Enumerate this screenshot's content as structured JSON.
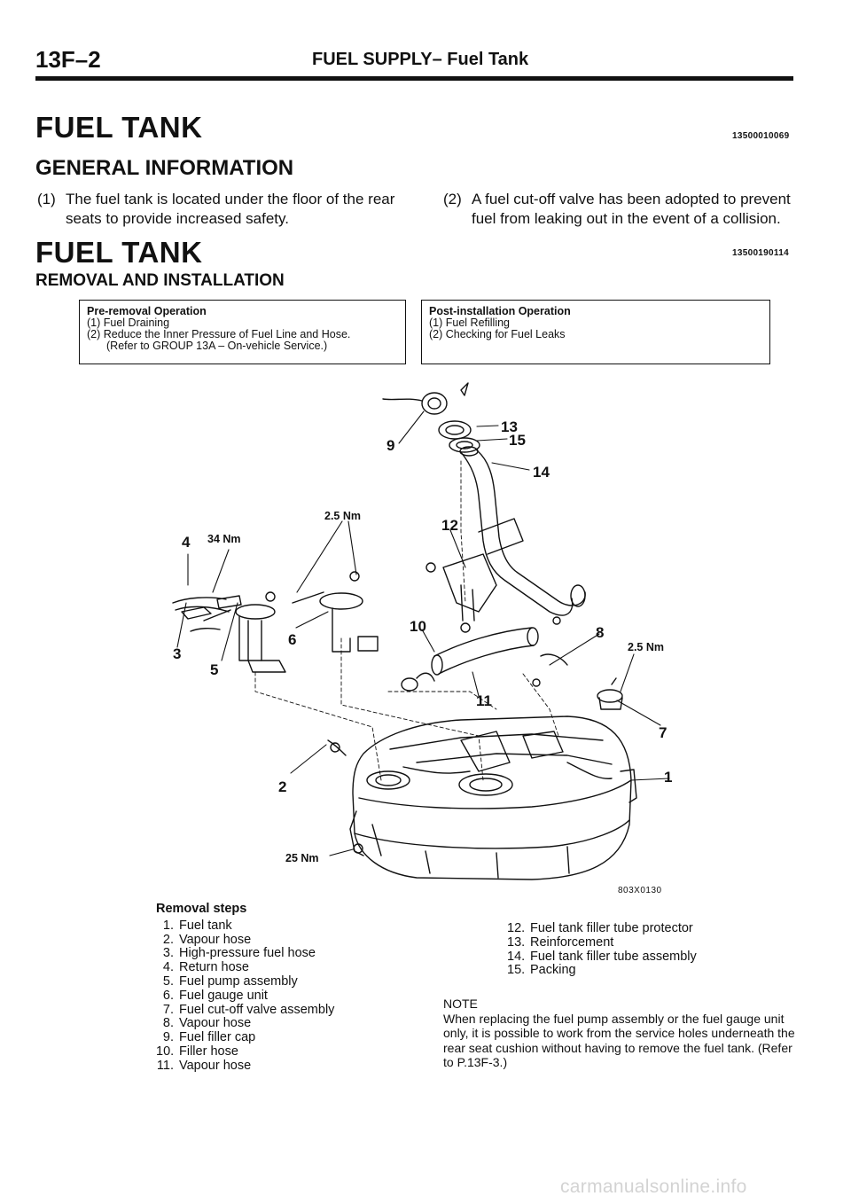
{
  "header": {
    "page_number": "13F–2",
    "title": "FUEL SUPPLY– Fuel Tank"
  },
  "section": {
    "title": "FUEL TANK",
    "code": "13500010069",
    "general_info": {
      "heading": "GENERAL INFORMATION",
      "items": [
        {
          "num": "(1)",
          "text": "The fuel tank is located under the floor of the rear seats to provide increased safety."
        },
        {
          "num": "(2)",
          "text": "A fuel cut-off valve has been adopted to prevent fuel from leaking out in the event of a collision."
        }
      ]
    }
  },
  "subsection": {
    "title": "FUEL TANK",
    "code": "13500190114",
    "heading": "REMOVAL AND INSTALLATION"
  },
  "pre_removal": {
    "title": "Pre-removal Operation",
    "items": [
      "(1)  Fuel Draining",
      "(2)  Reduce the Inner Pressure of Fuel Line and Hose.",
      "(Refer to GROUP 13A – On-vehicle Service.)"
    ]
  },
  "post_install": {
    "title": "Post-installation Operation",
    "items": [
      "(1)  Fuel Refilling",
      "(2)  Checking for Fuel Leaks"
    ]
  },
  "diagram": {
    "callouts": [
      "1",
      "2",
      "3",
      "4",
      "5",
      "6",
      "7",
      "8",
      "9",
      "10",
      "11",
      "12",
      "13",
      "14",
      "15"
    ],
    "torques": [
      "34 Nm",
      "2.5 Nm",
      "2.5 Nm",
      "25 Nm"
    ],
    "figure_code": "803X0130"
  },
  "removal_steps": {
    "title": "Removal steps",
    "left": [
      {
        "n": "1.",
        "t": "Fuel tank"
      },
      {
        "n": "2.",
        "t": "Vapour hose"
      },
      {
        "n": "3.",
        "t": "High-pressure fuel hose"
      },
      {
        "n": "4.",
        "t": "Return hose"
      },
      {
        "n": "5.",
        "t": "Fuel pump assembly"
      },
      {
        "n": "6.",
        "t": "Fuel gauge unit"
      },
      {
        "n": "7.",
        "t": "Fuel cut-off valve assembly"
      },
      {
        "n": "8.",
        "t": "Vapour hose"
      },
      {
        "n": "9.",
        "t": "Fuel filler cap"
      },
      {
        "n": "10.",
        "t": "Filler hose"
      },
      {
        "n": "11.",
        "t": "Vapour hose"
      }
    ],
    "right": [
      {
        "n": "12.",
        "t": "Fuel tank filler tube protector"
      },
      {
        "n": "13.",
        "t": "Reinforcement"
      },
      {
        "n": "14.",
        "t": "Fuel tank filler tube assembly"
      },
      {
        "n": "15.",
        "t": "Packing"
      }
    ]
  },
  "note": {
    "label": "NOTE",
    "text": "When replacing the fuel pump assembly or the fuel gauge unit only, it is possible to work from the service holes underneath the rear seat cushion without having to remove the fuel tank. (Refer to P.13F-3.)"
  },
  "watermark": "carmanualsonline.info"
}
